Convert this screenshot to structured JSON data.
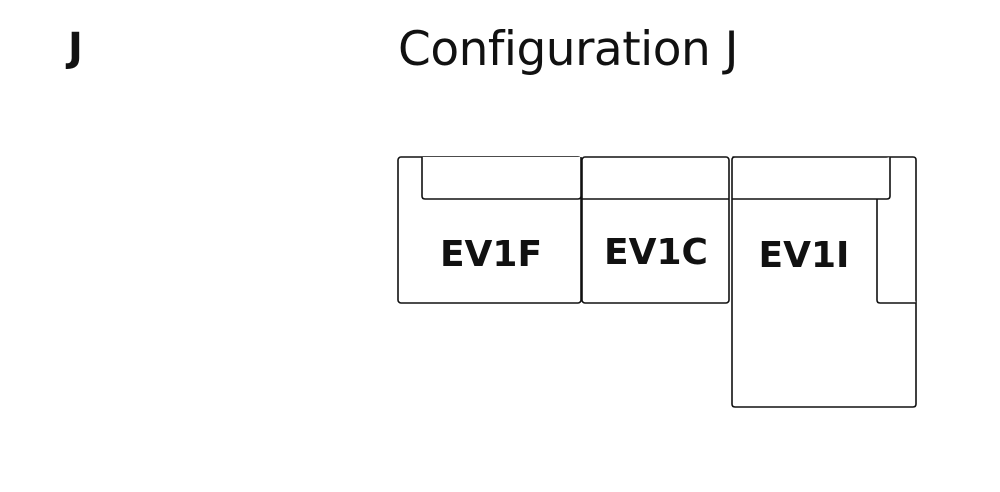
{
  "header": {
    "letter": "J",
    "title": "Configuration J"
  },
  "modules": [
    {
      "code": "EV1F"
    },
    {
      "code": "EV1C"
    },
    {
      "code": "EV1I"
    }
  ]
}
